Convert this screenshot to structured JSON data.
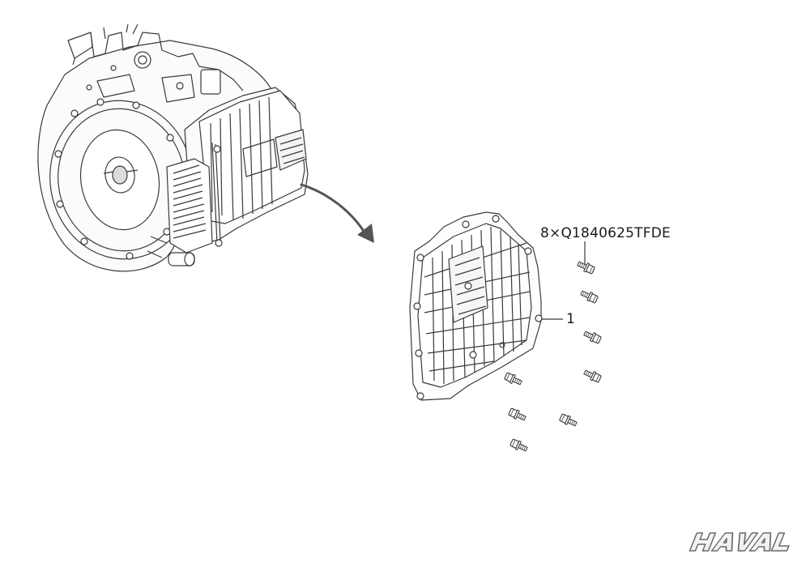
{
  "diagram": {
    "callouts": {
      "bolt_spec": "8×Q1840625TFDE",
      "part_number": "1"
    },
    "components": [
      {
        "icon": "transmission-assembly-icon"
      },
      {
        "icon": "oil-pan-icon"
      },
      {
        "icon": "bolt-icon",
        "count": 8
      }
    ],
    "brand": {
      "logo_text": "HAVAL",
      "logo_icon": "haval-logo"
    },
    "colors": {
      "line": "#3a3a3a",
      "arrow": "#555555",
      "logo": "#6a6a6a"
    }
  }
}
